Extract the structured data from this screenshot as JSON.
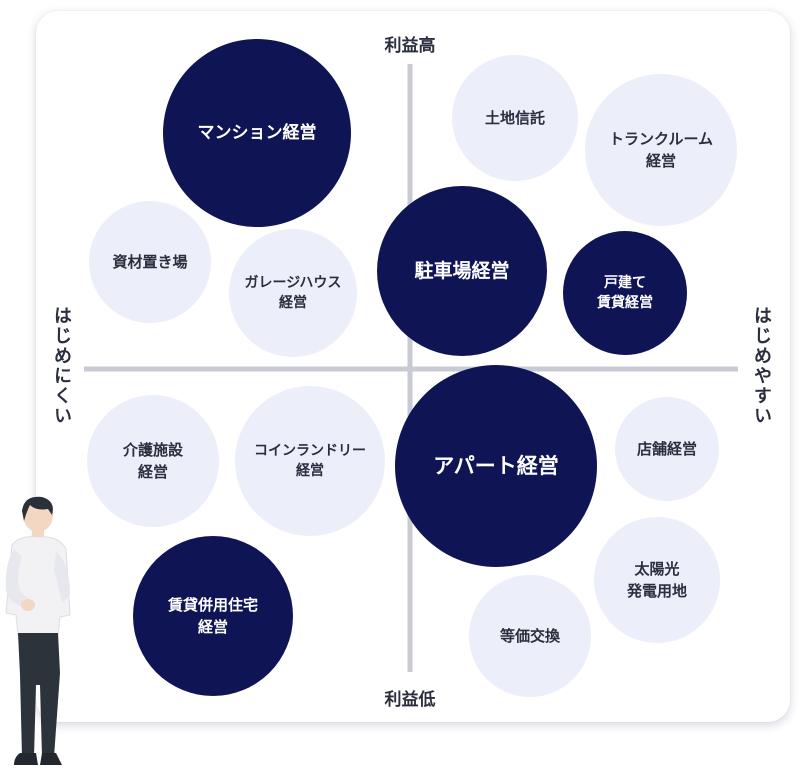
{
  "axes": {
    "top": "利益高",
    "bottom": "利益低",
    "left": "はじめにくい",
    "right": "はじめやすい"
  },
  "colors": {
    "dark_circle": "#0f1454",
    "light_circle": "#eceefa",
    "dark_text": "#ffffff",
    "light_text": "#2b2e3f",
    "axis_line": "#c8cad4"
  },
  "bubbles": [
    {
      "id": "mansion",
      "lines": [
        "マンション経営"
      ],
      "style": "dark"
    },
    {
      "id": "tochi-shintaku",
      "lines": [
        "土地信託"
      ],
      "style": "light"
    },
    {
      "id": "trunk-room",
      "lines": [
        "トランクルーム",
        "経営"
      ],
      "style": "light"
    },
    {
      "id": "shizai-okiba",
      "lines": [
        "資材置き場"
      ],
      "style": "light"
    },
    {
      "id": "garage-house",
      "lines": [
        "ガレージハウス",
        "経営"
      ],
      "style": "light"
    },
    {
      "id": "chushajo",
      "lines": [
        "駐車場経営"
      ],
      "style": "dark"
    },
    {
      "id": "kodate",
      "lines": [
        "戸建て",
        "賃貸経営"
      ],
      "style": "dark"
    },
    {
      "id": "kaigo",
      "lines": [
        "介護施設",
        "経営"
      ],
      "style": "light"
    },
    {
      "id": "coin-laundry",
      "lines": [
        "コインランドリー",
        "経営"
      ],
      "style": "light"
    },
    {
      "id": "apartment",
      "lines": [
        "アパート経営"
      ],
      "style": "dark"
    },
    {
      "id": "tenpo",
      "lines": [
        "店舗経営"
      ],
      "style": "light"
    },
    {
      "id": "taiyoko",
      "lines": [
        "太陽光",
        "発電用地"
      ],
      "style": "light"
    },
    {
      "id": "chintai-heiyo",
      "lines": [
        "賃貸併用住宅",
        "経営"
      ],
      "style": "dark"
    },
    {
      "id": "tokka-kokan",
      "lines": [
        "等価交換"
      ],
      "style": "light"
    }
  ]
}
